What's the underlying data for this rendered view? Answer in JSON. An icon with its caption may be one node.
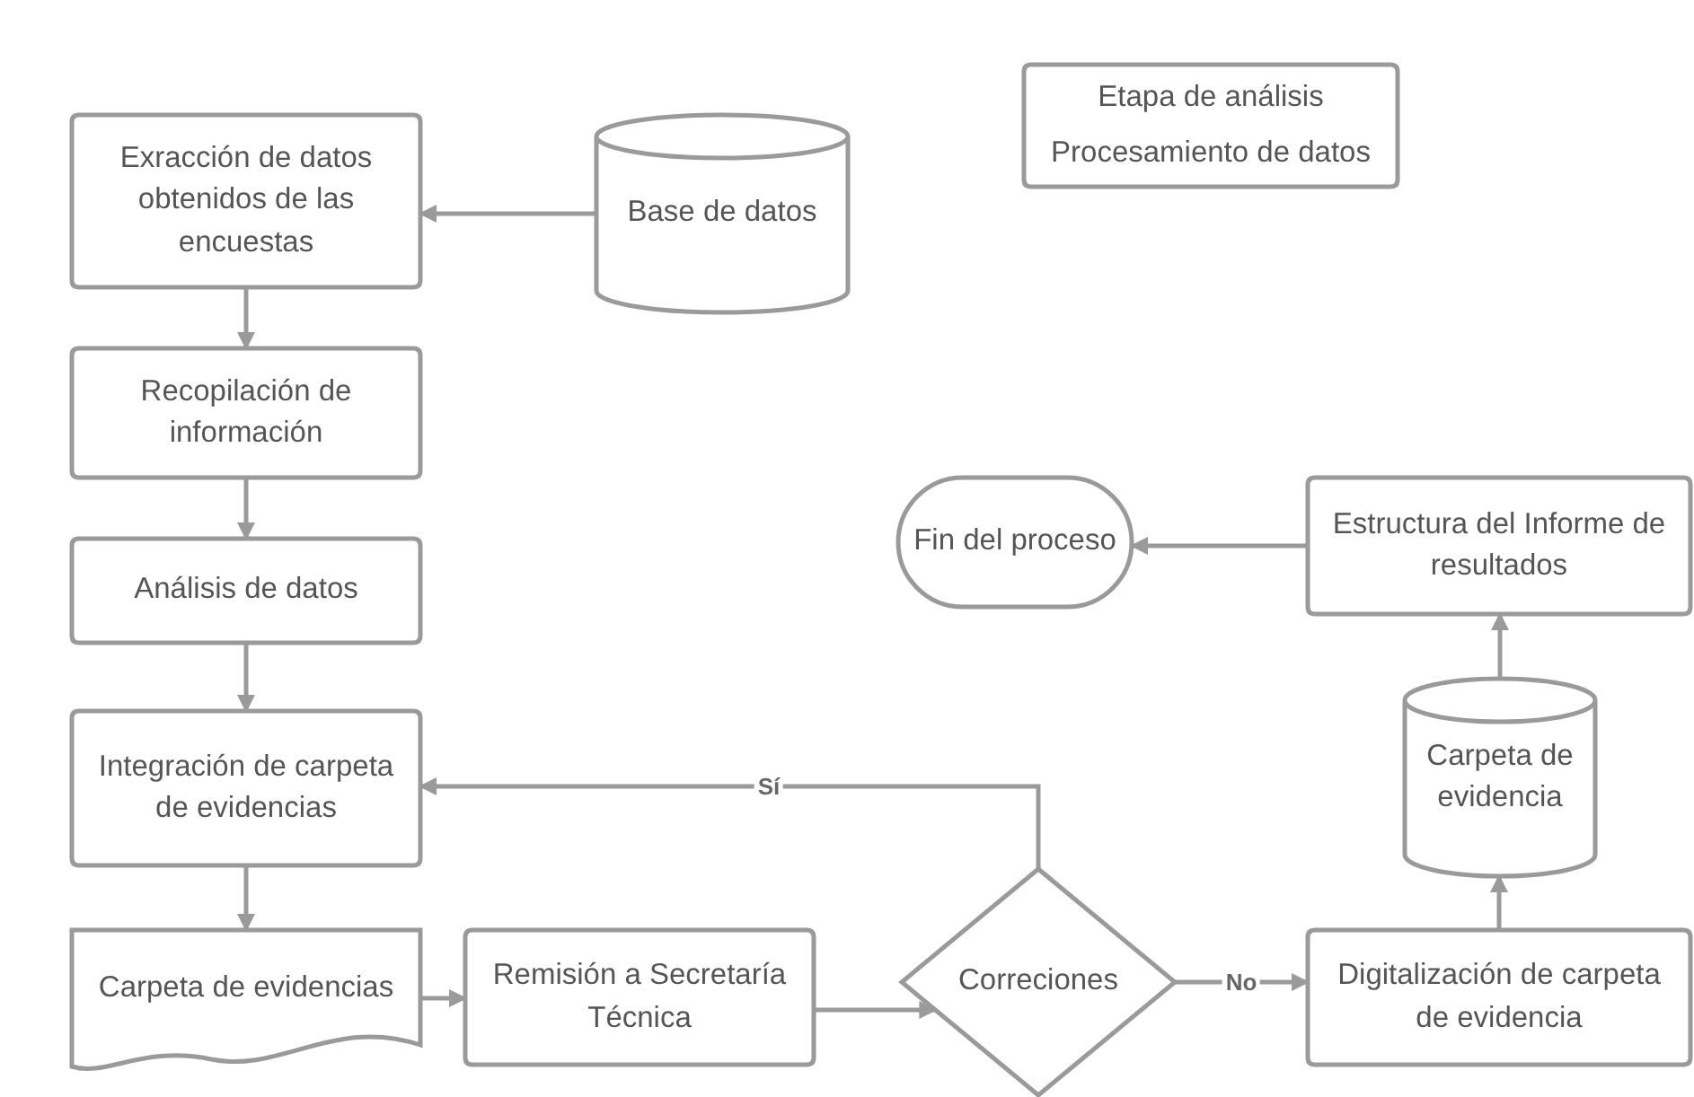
{
  "diagram": {
    "nodes": [
      {
        "text": [
          "Etapa de análisis",
          "Procesamiento de datos"
        ]
      },
      {
        "text": [
          "Exracción de datos obtenidos de las encuestas"
        ]
      },
      {
        "text": [
          "Base de datos"
        ]
      },
      {
        "text": [
          "Recopilación de información"
        ]
      },
      {
        "text": [
          "Análisis de datos"
        ]
      },
      {
        "text": [
          "Integración de carpeta de evidencias"
        ]
      },
      {
        "text": [
          "Carpeta de evidencias"
        ]
      },
      {
        "text": [
          "Remisión a Secretaría Técnica"
        ]
      },
      {
        "text": [
          "Correciones"
        ]
      },
      {
        "text": [
          "Digitalización de carpeta de evidencia"
        ]
      },
      {
        "text": [
          "Carpeta de evidencia"
        ]
      },
      {
        "text": [
          "Estructura del Informe de resultados"
        ]
      },
      {
        "text": [
          "Fin del proceso"
        ]
      }
    ],
    "edges": [
      {
        "from": 2,
        "to": 1,
        "arrow": "to"
      },
      {
        "from": 1,
        "to": 3,
        "arrow": "to"
      },
      {
        "from": 3,
        "to": 4,
        "arrow": "to"
      },
      {
        "from": 4,
        "to": 5,
        "arrow": "to"
      },
      {
        "from": 5,
        "to": 6,
        "arrow": "to"
      },
      {
        "from": 6,
        "to": 7,
        "arrow": "to"
      },
      {
        "from": 7,
        "to": 8,
        "arrow": "to"
      },
      {
        "from": 8,
        "to": 5,
        "arrow": "to",
        "label": "Sí"
      },
      {
        "from": 8,
        "to": 9,
        "arrow": "to",
        "label": "No"
      },
      {
        "from": 9,
        "to": 10,
        "arrow": "to"
      },
      {
        "from": 10,
        "to": 11,
        "arrow": "to"
      },
      {
        "from": 11,
        "to": 12,
        "arrow": "to"
      }
    ]
  }
}
